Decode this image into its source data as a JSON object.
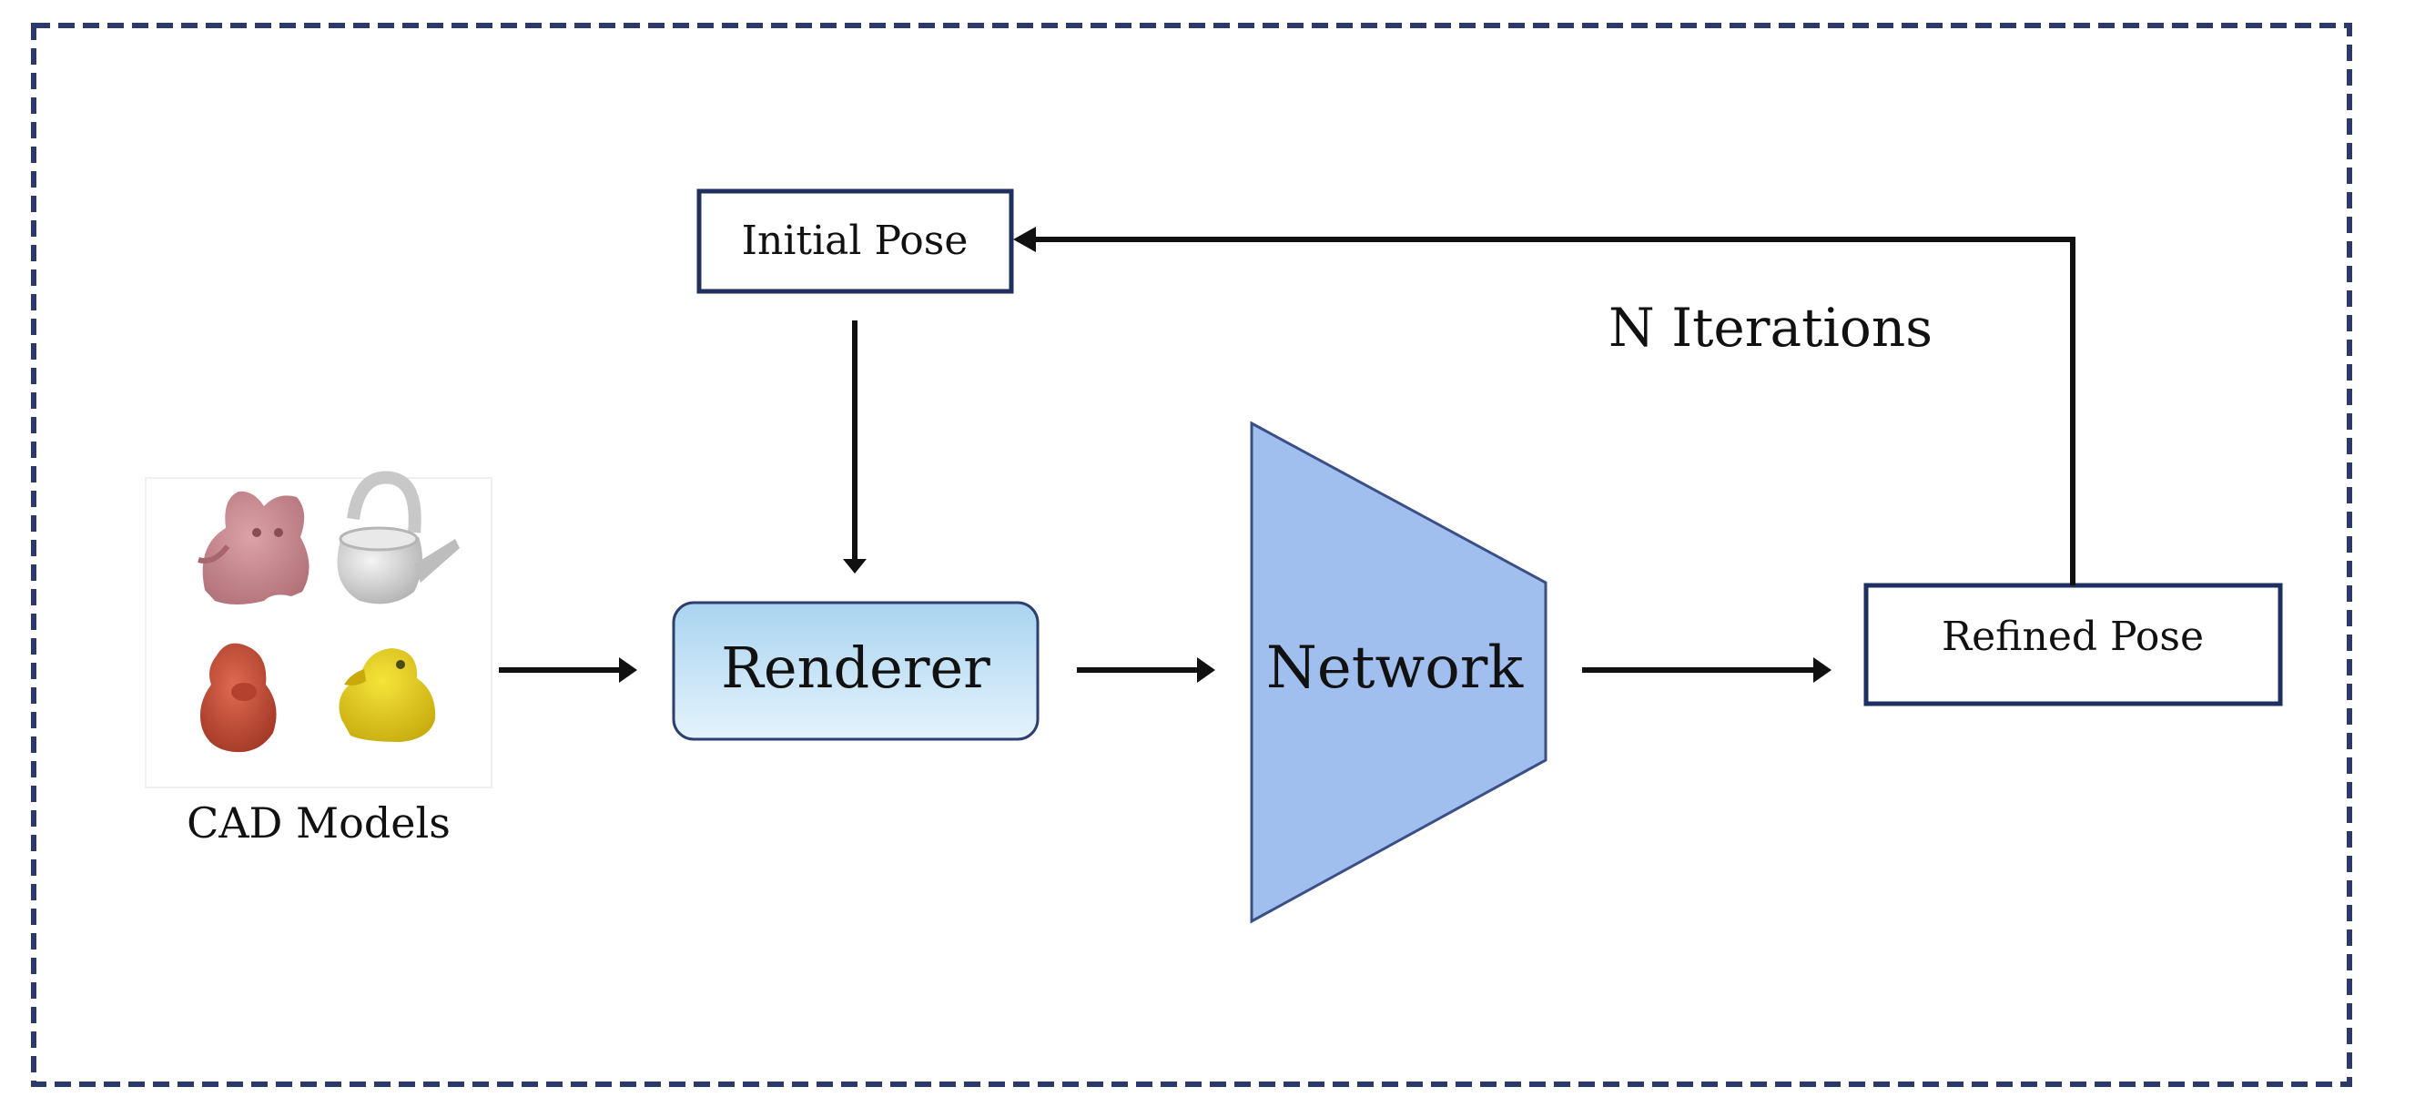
{
  "nodes": {
    "initial_pose": {
      "label": "Initial Pose"
    },
    "renderer": {
      "label": "Renderer"
    },
    "network": {
      "label": "Network"
    },
    "refined_pose": {
      "label": "Refined Pose"
    },
    "cad_models": {
      "label": "CAD Models"
    }
  },
  "loop": {
    "label": "N Iterations"
  },
  "colors": {
    "frame_border": "#2b3a6b",
    "box_border": "#1f2f5f",
    "renderer_fill_top": "#a9d4f0",
    "renderer_fill_bottom": "#e4f3fc",
    "network_fill": "#a0bfee",
    "network_stroke": "#3a4f86",
    "arrow": "#111111",
    "cat_model": "#c98a90",
    "watering_can_model": "#dedede",
    "ape_model": "#c9503a",
    "duck_model": "#e0cc1a"
  }
}
